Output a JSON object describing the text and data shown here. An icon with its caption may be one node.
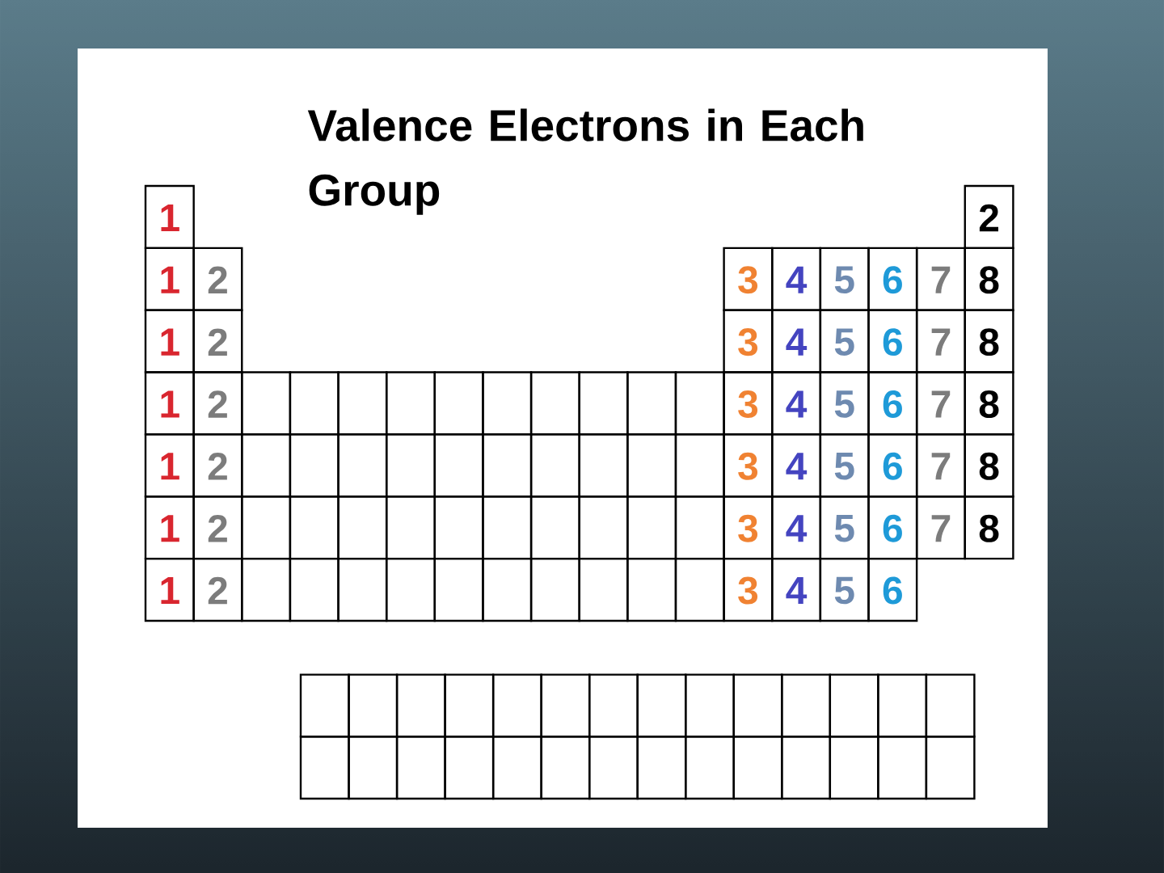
{
  "diagram": {
    "title": "Valence Electrons in Each Group",
    "labels": [
      "1",
      "2",
      "1",
      "2",
      "3",
      "4",
      "5",
      "6",
      "7",
      "8",
      "1",
      "2",
      "3",
      "4",
      "5",
      "6",
      "7",
      "8",
      "1",
      "2",
      "3",
      "4",
      "5",
      "6",
      "7",
      "8",
      "1",
      "2",
      "3",
      "4",
      "5",
      "6",
      "7",
      "8",
      "1",
      "2",
      "3",
      "4",
      "5",
      "6",
      "7",
      "8",
      "1",
      "2",
      "3",
      "4",
      "5",
      "6"
    ]
  }
}
